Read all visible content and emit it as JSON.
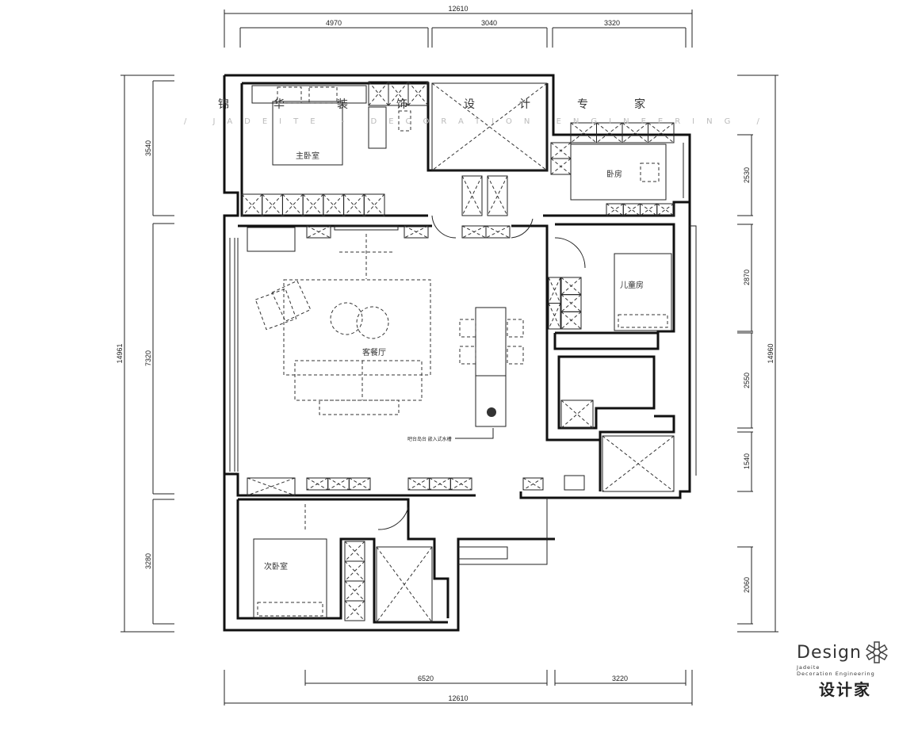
{
  "dimensions": {
    "top_total": "12610",
    "top_segments": [
      "4970",
      "3040",
      "3320"
    ],
    "bottom_total": "12610",
    "bottom_segments": [
      "6520",
      "3220"
    ],
    "left_total": "14961",
    "left_segments": [
      "3540",
      "7320",
      "3280"
    ],
    "right_total": "14960",
    "right_segments": [
      "2530",
      "2870",
      "2550",
      "1540",
      "2060"
    ]
  },
  "rooms": {
    "master_bedroom": "主卧室",
    "bedroom": "卧房",
    "kids_room": "儿童房",
    "living_dining": "客餐厅",
    "second_bedroom": "次卧室"
  },
  "annotation": "吧台岛台 嵌入式水槽",
  "watermark": {
    "chinese": [
      "锦",
      "华",
      "装",
      "饰",
      "设",
      "计",
      "专",
      "家"
    ],
    "english": "/ JADEITE - DECORATION ENGINEERING /"
  },
  "logo": {
    "word": "Design",
    "line1": "Jadeite",
    "line2": "Decoration Engineering",
    "chinese": "设计家"
  }
}
